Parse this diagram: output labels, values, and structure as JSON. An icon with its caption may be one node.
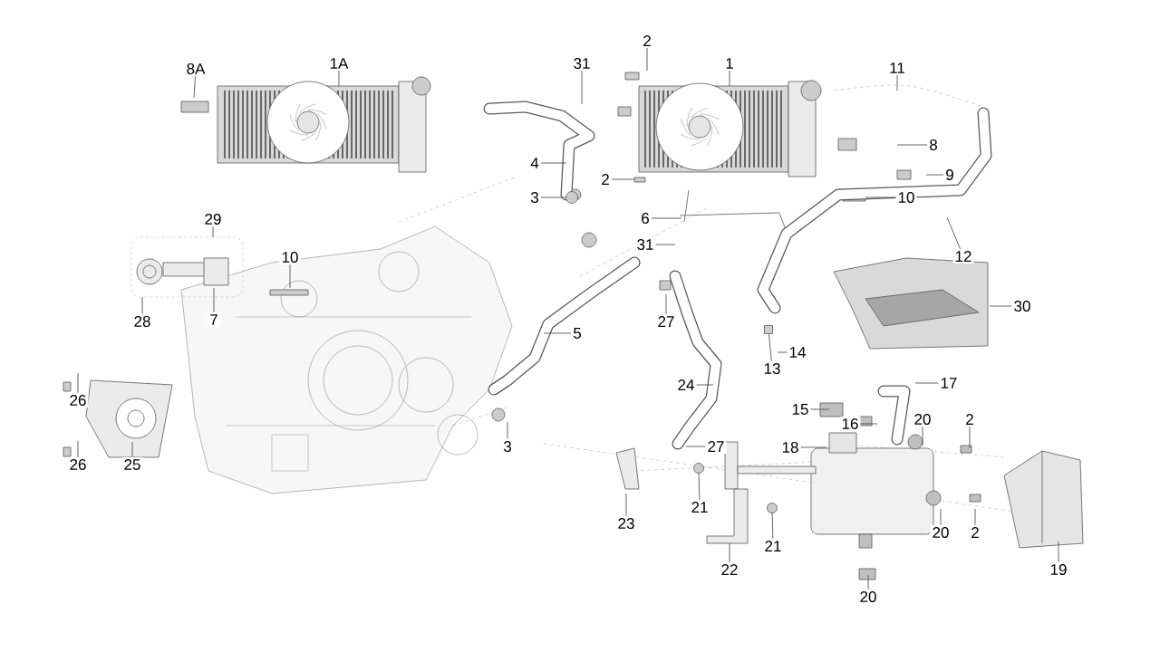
{
  "diagram": {
    "nodes": [
      {
        "text": [
          "8A"
        ]
      },
      {
        "text": [
          "1A"
        ]
      },
      {
        "text": [
          "31"
        ]
      },
      {
        "text": [
          "2"
        ]
      },
      {
        "text": [
          "1"
        ]
      },
      {
        "text": [
          "11"
        ]
      },
      {
        "text": [
          "8"
        ]
      },
      {
        "text": [
          "9"
        ]
      },
      {
        "text": [
          "10"
        ]
      },
      {
        "text": [
          "4"
        ]
      },
      {
        "text": [
          "3"
        ]
      },
      {
        "text": [
          "2"
        ]
      },
      {
        "text": [
          "6"
        ]
      },
      {
        "text": [
          "31"
        ]
      },
      {
        "text": [
          "12"
        ]
      },
      {
        "text": [
          "29"
        ]
      },
      {
        "text": [
          "10"
        ]
      },
      {
        "text": [
          "28"
        ]
      },
      {
        "text": [
          "7"
        ]
      },
      {
        "text": [
          "30"
        ]
      },
      {
        "text": [
          "27"
        ]
      },
      {
        "text": [
          "5"
        ]
      },
      {
        "text": [
          "14"
        ]
      },
      {
        "text": [
          "13"
        ]
      },
      {
        "text": [
          "17"
        ]
      },
      {
        "text": [
          "24"
        ]
      },
      {
        "text": [
          "15"
        ]
      },
      {
        "text": [
          "16"
        ]
      },
      {
        "text": [
          "20"
        ]
      },
      {
        "text": [
          "2"
        ]
      },
      {
        "text": [
          "26"
        ]
      },
      {
        "text": [
          "26"
        ]
      },
      {
        "text": [
          "25"
        ]
      },
      {
        "text": [
          "3"
        ]
      },
      {
        "text": [
          "18"
        ]
      },
      {
        "text": [
          "27"
        ]
      },
      {
        "text": [
          "23"
        ]
      },
      {
        "text": [
          "21"
        ]
      },
      {
        "text": [
          "21"
        ]
      },
      {
        "text": [
          "20"
        ]
      },
      {
        "text": [
          "2"
        ]
      },
      {
        "text": [
          "22"
        ]
      },
      {
        "text": [
          "20"
        ]
      },
      {
        "text": [
          "19"
        ]
      },
      {
        "text": [],
        "shape": "circle"
      },
      {
        "text": [],
        "shape": "box"
      },
      {
        "text": [],
        "shape": "circle"
      },
      {
        "text": [],
        "shape": "circle"
      }
    ],
    "edges": [
      {
        "from": 0,
        "to": null,
        "arrow": "none"
      },
      {
        "from": 1,
        "to": null,
        "arrow": "none"
      },
      {
        "from": 2,
        "to": null,
        "arrow": "none"
      },
      {
        "from": 3,
        "to": null,
        "arrow": "none"
      },
      {
        "from": 4,
        "to": null,
        "arrow": "none"
      },
      {
        "from": 5,
        "to": null,
        "arrow": "none"
      },
      {
        "from": 6,
        "to": null,
        "arrow": "none"
      },
      {
        "from": 7,
        "to": null,
        "arrow": "none"
      },
      {
        "from": 8,
        "to": null,
        "arrow": "none"
      },
      {
        "from": 9,
        "to": null,
        "arrow": "none"
      },
      {
        "from": 10,
        "to": 44,
        "arrow": "none"
      },
      {
        "from": 11,
        "to": null,
        "arrow": "none"
      },
      {
        "from": 12,
        "to": null,
        "arrow": "none"
      },
      {
        "from": 13,
        "to": null,
        "arrow": "none"
      },
      {
        "from": 14,
        "to": null,
        "arrow": "none"
      },
      {
        "from": 15,
        "to": null,
        "arrow": "none"
      },
      {
        "from": 16,
        "to": null,
        "arrow": "none"
      },
      {
        "from": 17,
        "to": null,
        "arrow": "none"
      },
      {
        "from": 18,
        "to": null,
        "arrow": "none"
      },
      {
        "from": 19,
        "to": null,
        "arrow": "none"
      },
      {
        "from": 20,
        "to": null,
        "arrow": "none"
      },
      {
        "from": 21,
        "to": null,
        "arrow": "none"
      },
      {
        "from": 22,
        "to": null,
        "arrow": "none"
      },
      {
        "from": 23,
        "to": 45,
        "arrow": "none"
      },
      {
        "from": 24,
        "to": null,
        "arrow": "none"
      },
      {
        "from": 25,
        "to": null,
        "arrow": "none"
      },
      {
        "from": 26,
        "to": null,
        "arrow": "none"
      },
      {
        "from": 27,
        "to": null,
        "arrow": "none"
      },
      {
        "from": 28,
        "to": null,
        "arrow": "none"
      },
      {
        "from": 29,
        "to": null,
        "arrow": "none"
      },
      {
        "from": 30,
        "to": null,
        "arrow": "none"
      },
      {
        "from": 31,
        "to": null,
        "arrow": "none"
      },
      {
        "from": 32,
        "to": null,
        "arrow": "none"
      },
      {
        "from": 33,
        "to": null,
        "arrow": "none"
      },
      {
        "from": 34,
        "to": null,
        "arrow": "none"
      },
      {
        "from": 35,
        "to": null,
        "arrow": "none"
      },
      {
        "from": 36,
        "to": null,
        "arrow": "none"
      },
      {
        "from": 37,
        "to": 46,
        "arrow": "none"
      },
      {
        "from": 38,
        "to": 47,
        "arrow": "none"
      },
      {
        "from": 39,
        "to": null,
        "arrow": "none"
      },
      {
        "from": 40,
        "to": null,
        "arrow": "none"
      },
      {
        "from": 41,
        "to": null,
        "arrow": "none"
      },
      {
        "from": 42,
        "to": null,
        "arrow": "none"
      },
      {
        "from": 43,
        "to": null,
        "arrow": "none"
      }
    ]
  }
}
